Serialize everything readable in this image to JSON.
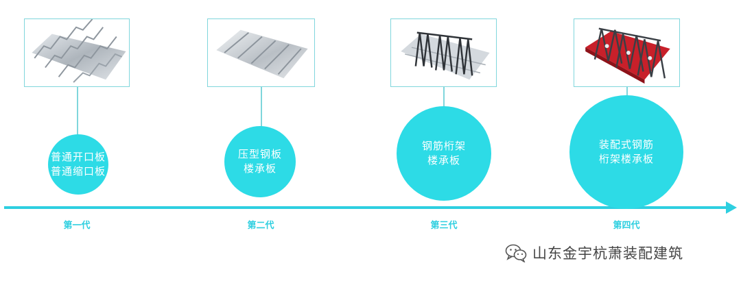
{
  "stages": [
    {
      "generation": "第一代",
      "lines": [
        "普通开口板",
        "普通缩口板"
      ],
      "image": "open-profile-deck-icon"
    },
    {
      "generation": "第二代",
      "lines": [
        "压型钢板",
        "楼承板"
      ],
      "image": "closed-profile-deck-icon"
    },
    {
      "generation": "第三代",
      "lines": [
        "钢筋桁架",
        "楼承板"
      ],
      "image": "steel-truss-deck-icon"
    },
    {
      "generation": "第四代",
      "lines": [
        "装配式钢筋",
        "桁架楼承板"
      ],
      "image": "assembled-truss-deck-icon"
    }
  ],
  "watermark": {
    "text": "山东金宇杭萧装配建筑",
    "icon": "wechat-icon"
  },
  "colors": {
    "accent": "#2ddbe6",
    "axis": "#2ecfe0",
    "frame": "#7fd6dc",
    "deck_red": "#c8202a",
    "deck_steel": "#c9ced3"
  }
}
